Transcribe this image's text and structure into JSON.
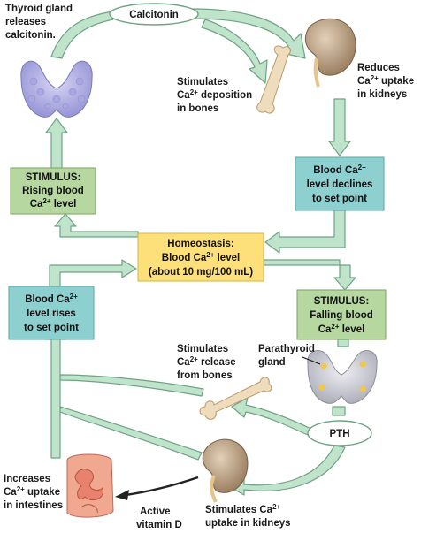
{
  "hormones": {
    "calcitonin": "Calcitonin",
    "pth": "PTH"
  },
  "labels": {
    "thyroid_releases": [
      "Thyroid gland",
      "releases",
      "calcitonin."
    ],
    "deposition": [
      "Stimulates",
      "Ca",
      "2+",
      " deposition",
      "in bones"
    ],
    "reduces_uptake": [
      "Reduces",
      "Ca",
      "2+",
      " uptake",
      "in kidneys"
    ],
    "release": [
      "Stimulates",
      "Ca",
      "2+",
      " release",
      "from bones"
    ],
    "parathyroid": [
      "Parathyroid",
      "gland"
    ],
    "increases_uptake": [
      "Increases",
      "Ca",
      "2+",
      " uptake",
      "in intestines"
    ],
    "active_vitd": [
      "Active",
      "vitamin D"
    ],
    "kidney_uptake": [
      "Stimulates Ca",
      "2+",
      "uptake in kidneys"
    ]
  },
  "boxes": {
    "stimulus_rising": [
      "STIMULUS:",
      "Rising blood",
      "Ca",
      "2+",
      " level"
    ],
    "declines": [
      "Blood Ca",
      "2+",
      "level declines",
      "to set point"
    ],
    "homeostasis": [
      "Homeostasis:",
      "Blood Ca",
      "2+",
      " level",
      "(about 10 mg/100 mL)"
    ],
    "rises": [
      "Blood Ca",
      "2+",
      "level rises",
      "to set point"
    ],
    "stimulus_falling": [
      "STIMULUS:",
      "Falling blood",
      "Ca",
      "2+",
      " level"
    ]
  },
  "colors": {
    "arrow_fill": "#bfe3cb",
    "arrow_stroke": "#6fa384",
    "green_box": "#b6d7a0",
    "teal_box": "#8ed0d0",
    "yellow_box": "#fde07a",
    "thyroid": "#b6b4e6",
    "parathyroid_gland": "#d6d6dc",
    "kidney": "#c4a98a",
    "bone": "#eedcbc",
    "intestine": "#e8826e"
  }
}
